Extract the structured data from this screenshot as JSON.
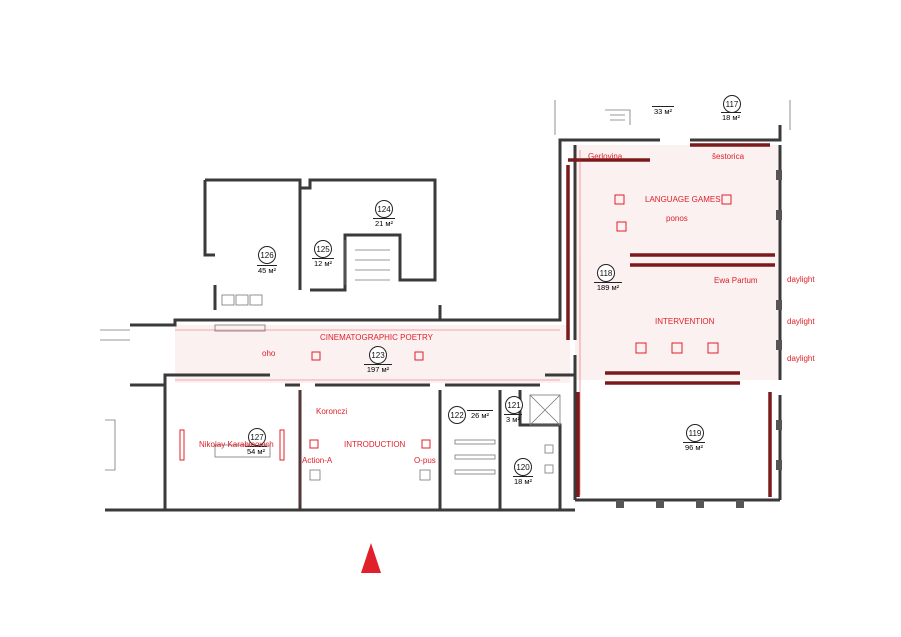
{
  "colors": {
    "accent": "#e0202a",
    "wall": "#3a3a3a",
    "feature_wall": "#7a1a1a",
    "hatch": "#f4e8e8"
  },
  "rooms": [
    {
      "number": "126",
      "area": "45 м²"
    },
    {
      "number": "125",
      "area": "12 м²"
    },
    {
      "number": "124",
      "area": "21 м²"
    },
    {
      "number": "123",
      "area": "197 м²"
    },
    {
      "number": "127",
      "area": "54 м²"
    },
    {
      "number": "122",
      "area": "26 м²"
    },
    {
      "number": "121",
      "area": "3 м²"
    },
    {
      "number": "120",
      "area": "18 м²"
    },
    {
      "number": "118",
      "area": "189 м²"
    },
    {
      "number": "119",
      "area": "96 м²"
    },
    {
      "number": "",
      "area": "33 м²"
    },
    {
      "number": "117",
      "area": "18 м²"
    }
  ],
  "artworks": {
    "gerlovina": "Gerlovina",
    "sestorica": "šestorica",
    "language_games": "LANGUAGE GAMES",
    "ponos": "ponos",
    "ewa_partum": "Ewa Partum",
    "intervention": "INTERVENTION",
    "cinematographic_poetry": "CINEMATOGRAPHIC POETRY",
    "oho": "oho",
    "koronczi": "Koronczi",
    "nikolay": "Nikolay Karabinovich",
    "introduction": "INTRODUCTION",
    "action_a": "Action-A",
    "o_pus": "O-pus"
  },
  "daylight": [
    "daylight",
    "daylight",
    "daylight"
  ],
  "entrance_marker": "entrance-arrow"
}
